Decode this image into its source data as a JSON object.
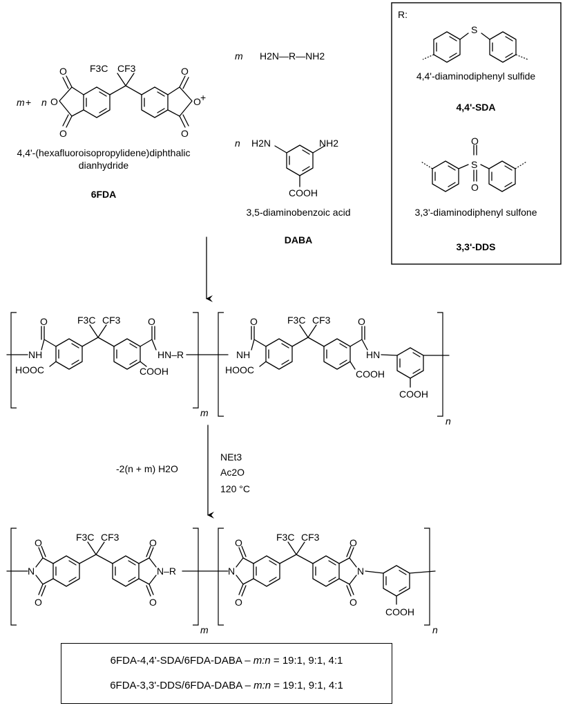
{
  "reactants": {
    "coefficient_mn": {
      "m": "m",
      "plus": " + ",
      "n": "n"
    },
    "plus_sign": "+",
    "dianhydride": {
      "cf3_left": "F3C",
      "cf3_right": "CF3",
      "oxygen": "O",
      "name_line1": "4,4'-(hexafluoroisopropylidene)diphthalic",
      "name_line2": "dianhydride",
      "abbr": "6FDA"
    },
    "diamine": {
      "coef": "m",
      "formula": "H2N—R—NH2"
    },
    "daba": {
      "coef": "n",
      "nh2_left": "H2N",
      "nh2_right": "NH2",
      "cooh": "COOH",
      "name": "3,5-diaminobenzoic acid",
      "abbr": "DABA"
    }
  },
  "r_box": {
    "title": "R:",
    "sda": {
      "s": "S",
      "name": "4,4'-diaminodiphenyl sulfide",
      "abbr": "4,4'-SDA"
    },
    "dds": {
      "s": "S",
      "o": "O",
      "name": "3,3'-diaminodiphenyl sulfone",
      "abbr": "3,3'-DDS"
    }
  },
  "step1": {
    "polyamic": {
      "cf3_left": "F3C",
      "cf3_right": "CF3",
      "o": "O",
      "nh": "NH",
      "hn_r": "HN–R",
      "hn": "HN",
      "hooc": "HOOC",
      "cooh": "COOH",
      "sub_m": "m",
      "sub_n": "n"
    }
  },
  "step2": {
    "water": "-2(n + m) H2O",
    "reagent1": "NEt3",
    "reagent2": "Ac2O",
    "temperature": "120 °C"
  },
  "polyimide": {
    "cf3_left": "F3C",
    "cf3_right": "CF3",
    "o": "O",
    "n": "N",
    "nr": "N–R",
    "cooh": "COOH",
    "sub_m": "m",
    "sub_n": "n"
  },
  "legend": {
    "line1_prefix": "6FDA-4,4'-SDA/6FDA-DABA – ",
    "line1_ratio": "m:n",
    "line1_values": " = 19:1, 9:1, 4:1",
    "line2_prefix": "6FDA-3,3'-DDS/6FDA-DABA – ",
    "line2_ratio": "m:n",
    "line2_values": " = 19:1, 9:1, 4:1"
  }
}
